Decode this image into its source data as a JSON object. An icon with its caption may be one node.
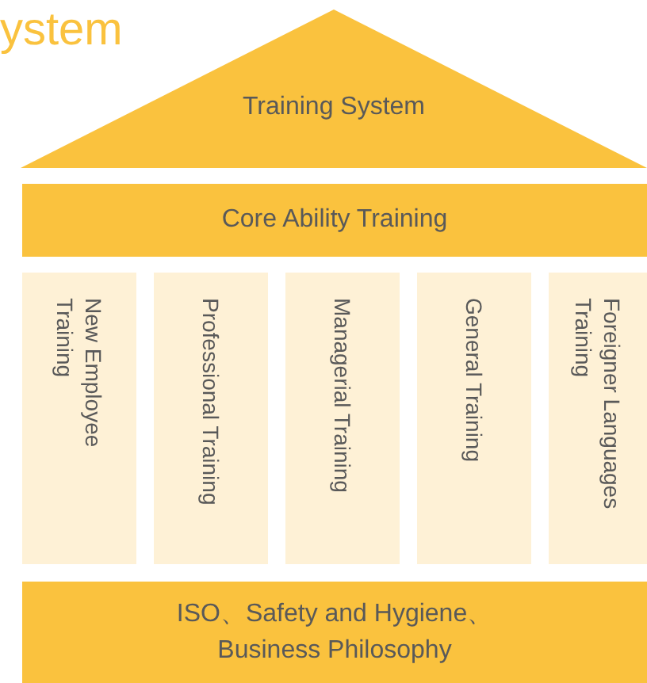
{
  "diagram": {
    "title": "ystem",
    "nodes": [
      {
        "text": [
          "Training System"
        ]
      },
      {
        "text": [
          "Core Ability Training"
        ]
      },
      {
        "text": [
          "New Employee Training"
        ]
      },
      {
        "text": [
          "Professional Training"
        ]
      },
      {
        "text": [
          "Managerial Training"
        ]
      },
      {
        "text": [
          "General Training"
        ]
      },
      {
        "text": [
          "Foreigner Languages Training"
        ]
      },
      {
        "text": [
          "ISO、Safety and Hygiene、 Business Philosophy"
        ]
      }
    ]
  }
}
